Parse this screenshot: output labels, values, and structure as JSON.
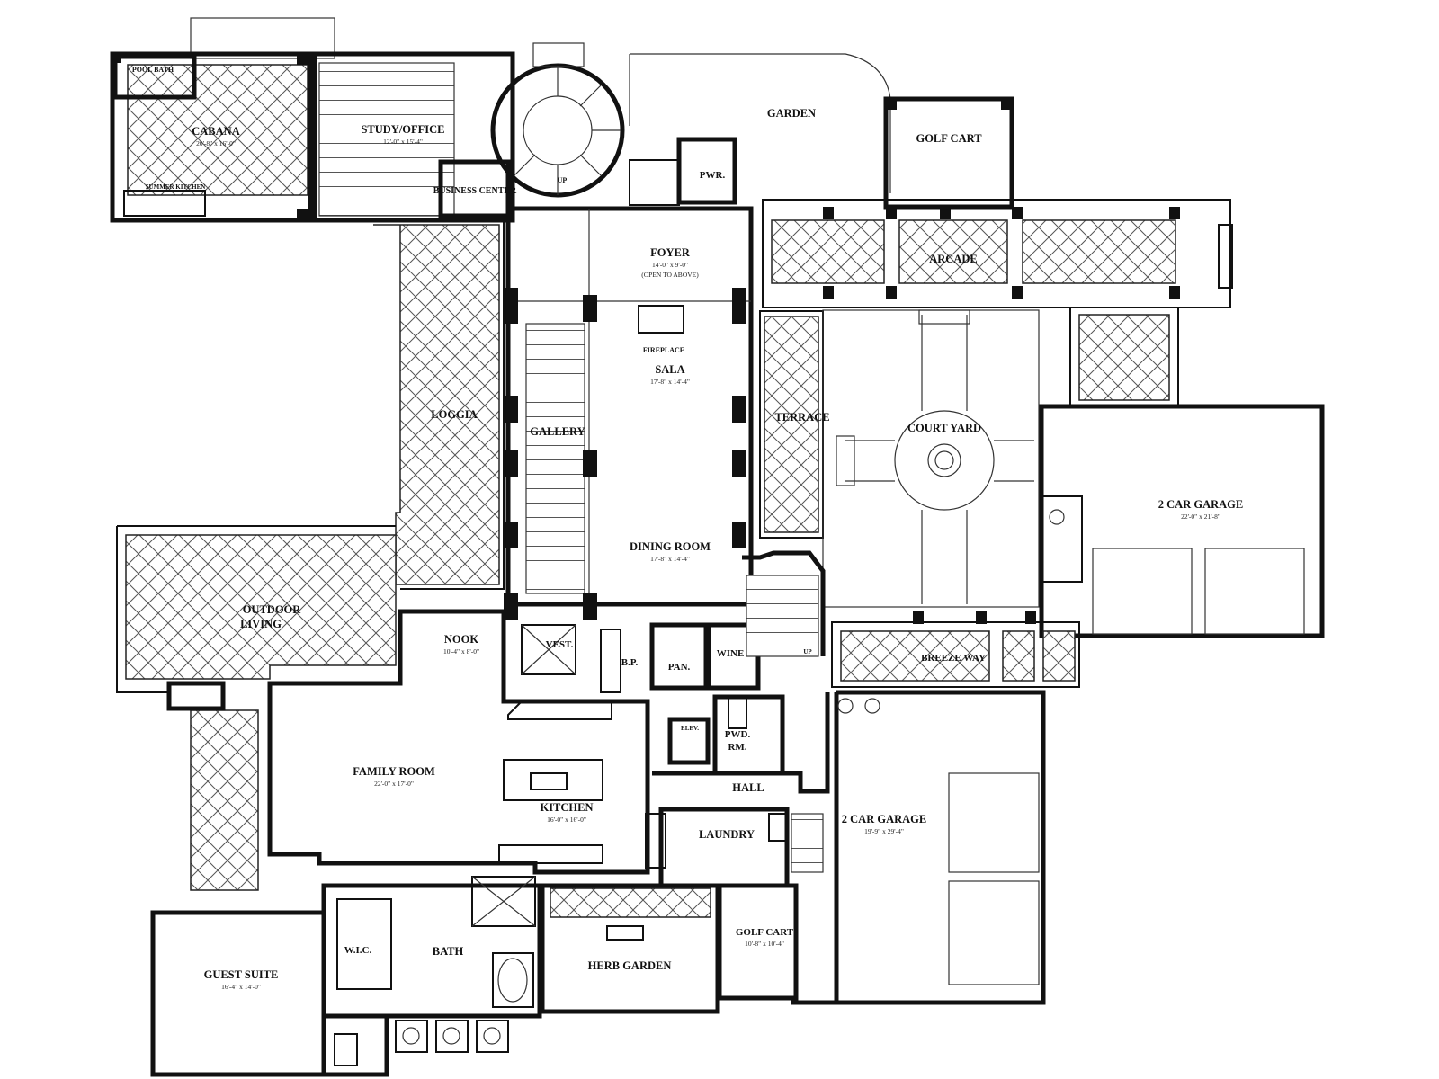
{
  "rooms": {
    "pool_bath": "POOL BATH",
    "cabana": {
      "label": "CABANA",
      "dim": "20'-8\" x 16'-0\""
    },
    "summer_kitchen": "SUMMER KITCHEN",
    "study": {
      "label": "STUDY/OFFICE",
      "dim": "12'-0\" x 15'-4\""
    },
    "business_center": "BUSINESS CENTER",
    "up": "UP",
    "garden": "GARDEN",
    "golf_cart_top": "GOLF CART",
    "pwr": "PWR.",
    "foyer": {
      "label": "FOYER",
      "dim": "14'-0\" x 9'-0\"",
      "note": "(OPEN TO ABOVE)"
    },
    "arcade": "ARCADE",
    "fireplace": "FIREPLACE",
    "sala": {
      "label": "SALA",
      "dim": "17'-8\" x 14'-4\""
    },
    "loggia": "LOGGIA",
    "gallery": "GALLERY",
    "terrace": "TERRACE",
    "court_yard": "COURT YARD",
    "garage_right": {
      "label": "2 CAR GARAGE",
      "dim": "22'-0\" x 21'-8\""
    },
    "dining": {
      "label": "DINING ROOM",
      "dim": "17'-8\" x 14'-4\""
    },
    "outdoor_living": {
      "line1": "OUTDOOR",
      "line2": "LIVING"
    },
    "nook": {
      "label": "NOOK",
      "dim": "10'-4\" x 8'-0\""
    },
    "vest": "VEST.",
    "bp": "B.P.",
    "pan": "PAN.",
    "wine": "WINE",
    "breeze_way": "BREEZE WAY",
    "up2": "UP",
    "elev": "ELEV.",
    "pwd_rm": {
      "line1": "PWD.",
      "line2": "RM."
    },
    "family_room": {
      "label": "FAMILY ROOM",
      "dim": "22'-0\" x 17'-0\""
    },
    "kitchen": {
      "label": "KITCHEN",
      "dim": "16'-0\" x 16'-0\""
    },
    "hall": "HALL",
    "laundry": "LAUNDRY",
    "garage_bottom": {
      "label": "2 CAR GARAGE",
      "dim": "19'-9\" x 29'-4\""
    },
    "wic": "W.I.C.",
    "bath": "BATH",
    "herb_garden": "HERB GARDEN",
    "golf_cart_bottom": {
      "label": "GOLF CART",
      "dim": "10'-8\" x 10'-4\""
    },
    "guest_suite": {
      "label": "GUEST SUITE",
      "dim": "16'-4\" x 14'-0\""
    }
  }
}
